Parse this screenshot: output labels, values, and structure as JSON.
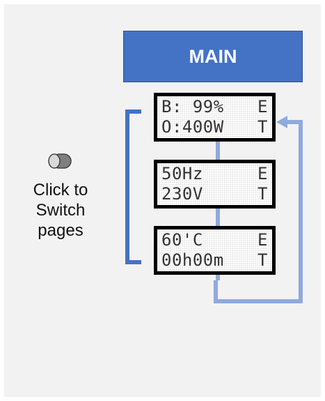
{
  "main": {
    "label": "MAIN"
  },
  "switch": {
    "icon": "toggle-switch-icon",
    "lines": [
      "Click to",
      "Switch",
      "pages"
    ]
  },
  "pages": [
    {
      "line1": {
        "text": "B: 99%",
        "mark": "E"
      },
      "line2": {
        "text": "O:400W",
        "mark": "T"
      }
    },
    {
      "line1": {
        "text": "50Hz",
        "mark": "E"
      },
      "line2": {
        "text": "230V",
        "mark": "T"
      }
    },
    {
      "line1": {
        "text": "60'C",
        "mark": "E"
      },
      "line2": {
        "text": "00h00m",
        "mark": "T"
      }
    }
  ],
  "colors": {
    "main_fill": "#4472c4",
    "bracket": "#4472c4",
    "loop_arrow": "#8faadc",
    "lcd_border": "#000000"
  }
}
